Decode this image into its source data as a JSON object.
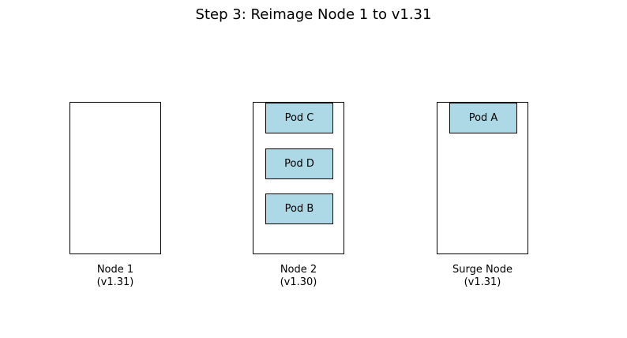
{
  "diagram": {
    "title": "Step 3: Reimage Node 1 to v1.31",
    "nodes": [
      {
        "name": "Node 1",
        "version": "(v1.31)",
        "pods": []
      },
      {
        "name": "Node 2",
        "version": "(v1.30)",
        "pods": [
          "Pod C",
          "Pod D",
          "Pod B"
        ]
      },
      {
        "name": "Surge Node",
        "version": "(v1.31)",
        "pods": [
          "Pod A"
        ]
      }
    ],
    "colors": {
      "pod_fill": "#add8e6",
      "node_fill": "#ffffff",
      "stroke": "#000000"
    }
  }
}
